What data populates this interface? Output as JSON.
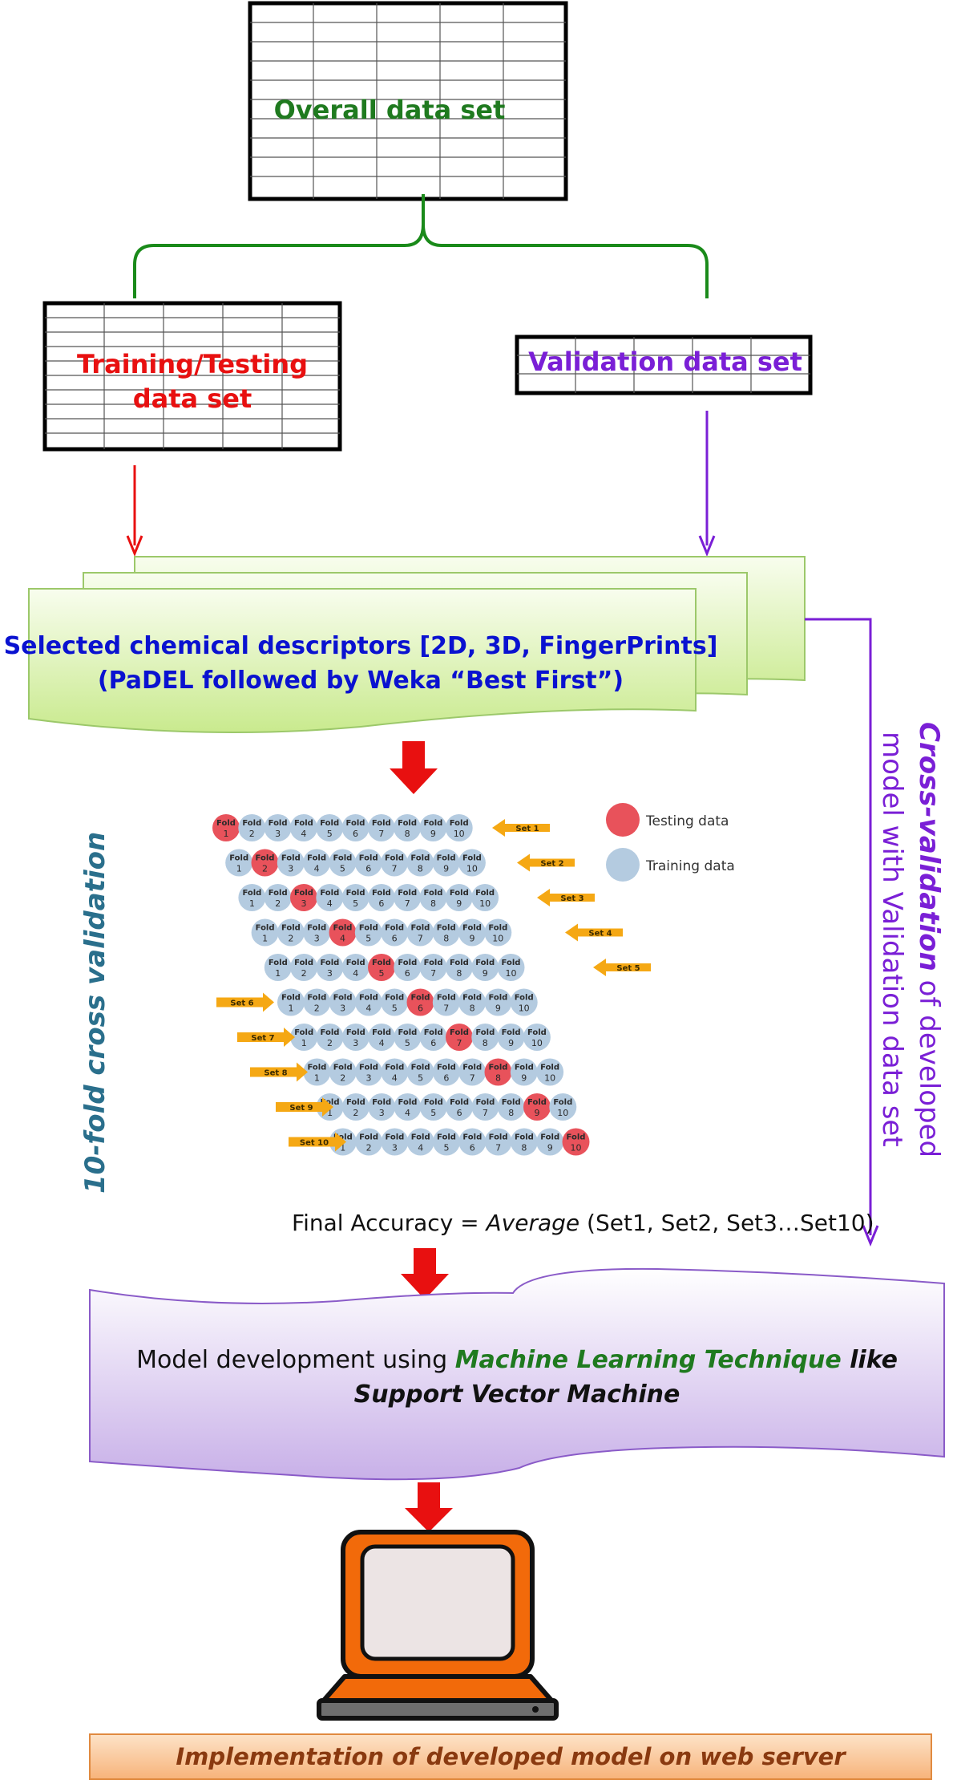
{
  "overall": {
    "label": "Overall data set"
  },
  "training": {
    "label_line1": "Training/Testing",
    "label_line2": "data set"
  },
  "validation": {
    "label": "Validation data set"
  },
  "descriptors": {
    "line1": "Selected chemical descriptors [2D, 3D, FingerPrints]",
    "line2": "(PaDEL followed by Weka “Best First”)"
  },
  "cv_side_label": "10-fold cross validation",
  "cross_validation": {
    "bold": "Cross-validation",
    "rest_line1": " of developed",
    "line2": "model with Validation data set"
  },
  "folds": {
    "fold_word": "Fold",
    "numbers": [
      "1",
      "2",
      "3",
      "4",
      "5",
      "6",
      "7",
      "8",
      "9",
      "10"
    ],
    "sets": [
      "Set1",
      "Set2",
      "Set3",
      "Set4",
      "Set5",
      "Set6",
      "Set7",
      "Set8",
      "Set9",
      "Set10"
    ],
    "legend": {
      "testing": "Testing data",
      "training": "Training data"
    },
    "colors": {
      "testing": "#e8525b",
      "training": "#b4cbe0",
      "arrow": "#f5a814"
    }
  },
  "final_accuracy": {
    "prefix": "Final Accuracy = ",
    "italic": "Average",
    "suffix": " (Set1, Set2, Set3…Set10)"
  },
  "model": {
    "line1_plain": "Model development using ",
    "line1_green": "Machine Learning Technique",
    "line1_bold": " like",
    "line2": "Support Vector Machine"
  },
  "implementation": {
    "label": "Implementation of developed model on web server"
  },
  "colors": {
    "green_text": "#1f7a1f",
    "red_text": "#e81010",
    "purple": "#7a1fd6",
    "blue_text": "#0a12d0",
    "teal_text": "#2a6f8c",
    "brown_text": "#8a3a10",
    "laptop_orange": "#f26a0a"
  }
}
